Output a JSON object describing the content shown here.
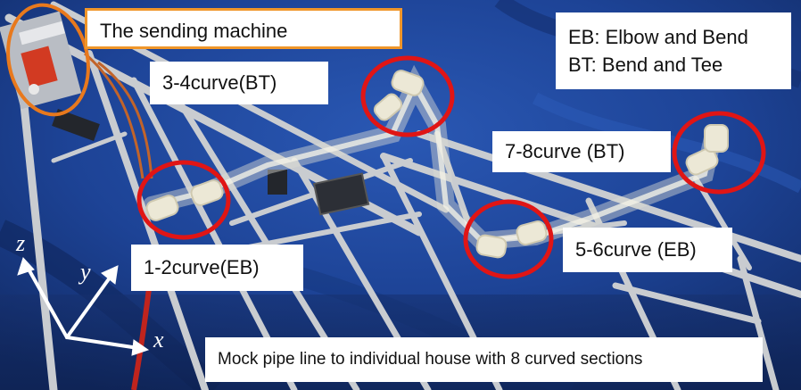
{
  "labels": {
    "sending_machine": "The sending machine",
    "legend_eb": "EB: Elbow and Bend",
    "legend_bt": "BT: Bend and Tee",
    "curve_34": "3-4curve(BT)",
    "curve_78": "7-8curve (BT)",
    "curve_12": "1-2curve(EB)",
    "curve_56": "5-6curve (EB)",
    "caption": "Mock pipe line to individual house with 8 curved sections"
  },
  "axes": {
    "z": "z",
    "y": "y",
    "x": "x"
  },
  "colors": {
    "background_cloth": "#1c3f8f",
    "highlight_circle": "#e01515",
    "machine_circle": "#e8791d",
    "machine_label_border": "#f0962a",
    "frame": "#c9ccd0",
    "pipe": "#e9e6d6"
  }
}
